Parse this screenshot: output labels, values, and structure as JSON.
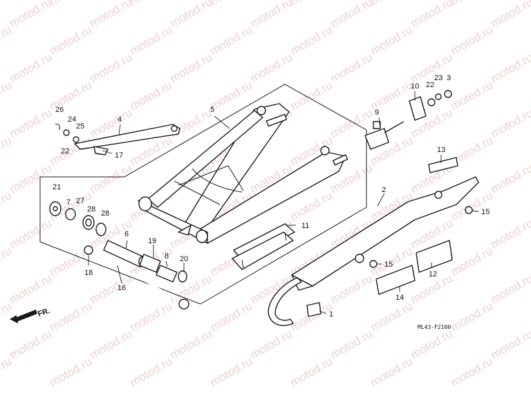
{
  "watermark_text": "motod.ru",
  "diagram_code": "ML43-F2100",
  "direction_label": "FR.",
  "callouts": {
    "p1": "1",
    "p2": "2",
    "p3": "3",
    "p4": "4",
    "p5": "5",
    "p6": "6",
    "p7": "7",
    "p8": "8",
    "p9": "9",
    "p10": "10",
    "p11": "11",
    "p12": "12",
    "p13": "13",
    "p14": "14",
    "p15a": "15",
    "p15b": "15",
    "p16": "16",
    "p17": "17",
    "p18": "18",
    "p19": "19",
    "p20": "20",
    "p21": "21",
    "p22a": "22",
    "p22b": "22",
    "p23": "23",
    "p24": "24",
    "p25": "25",
    "p26": "26",
    "p27": "27",
    "p28": "28"
  }
}
